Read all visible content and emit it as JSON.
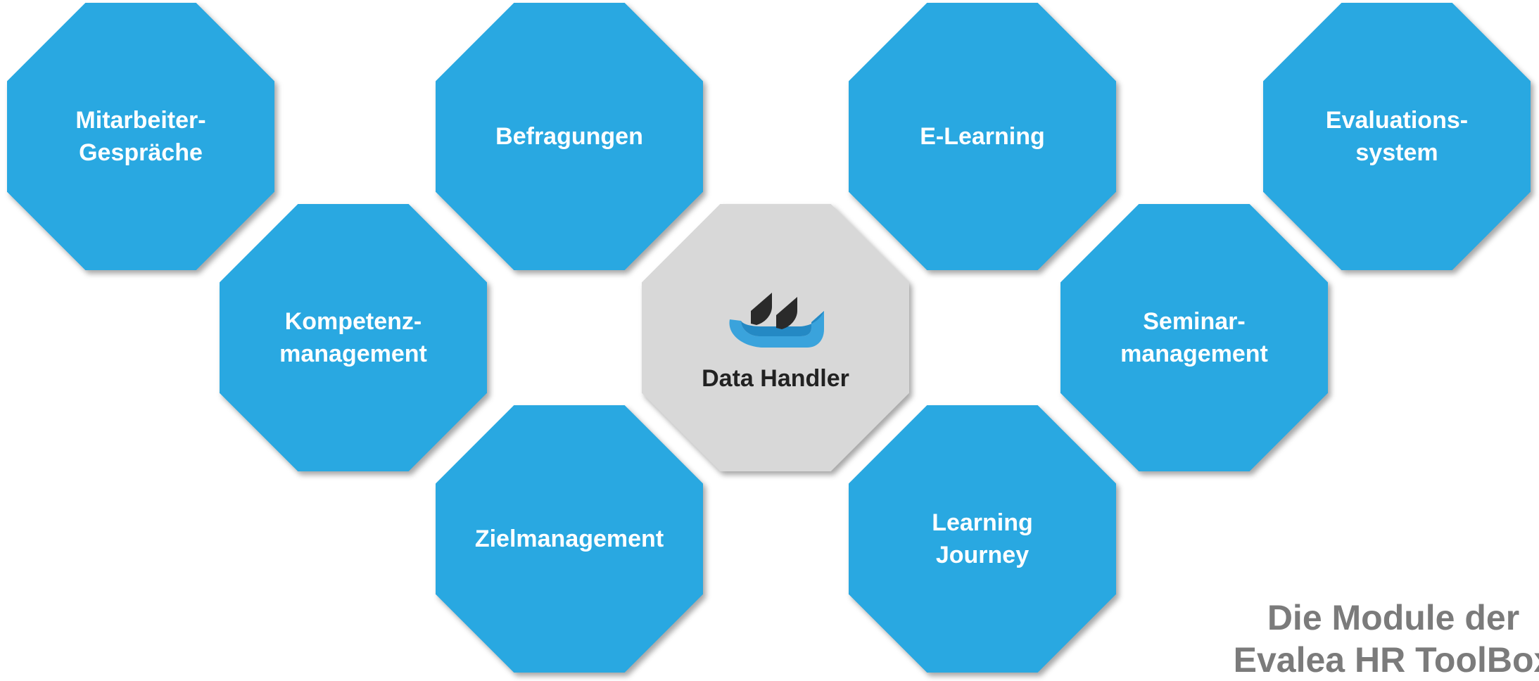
{
  "modules": {
    "mitarbeiter": "Mitarbeiter-\nGespräche",
    "befragungen": "Befragungen",
    "elearning": "E-Learning",
    "evaluation": "Evaluations-\nsystem",
    "kompetenz": "Kompetenz-\nmanagement",
    "seminar": "Seminar-\nmanagement",
    "ziel": "Zielmanagement",
    "journey": "Learning\nJourney"
  },
  "center": {
    "label": "Data Handler",
    "icon": "data-handler-logo-icon"
  },
  "caption": {
    "line1": "Die Module der",
    "line2": "Evalea HR ToolBox"
  },
  "colors": {
    "module_fill": "#29a8e1",
    "center_fill": "#d8d8d8",
    "caption_text": "#7b7b7b"
  }
}
